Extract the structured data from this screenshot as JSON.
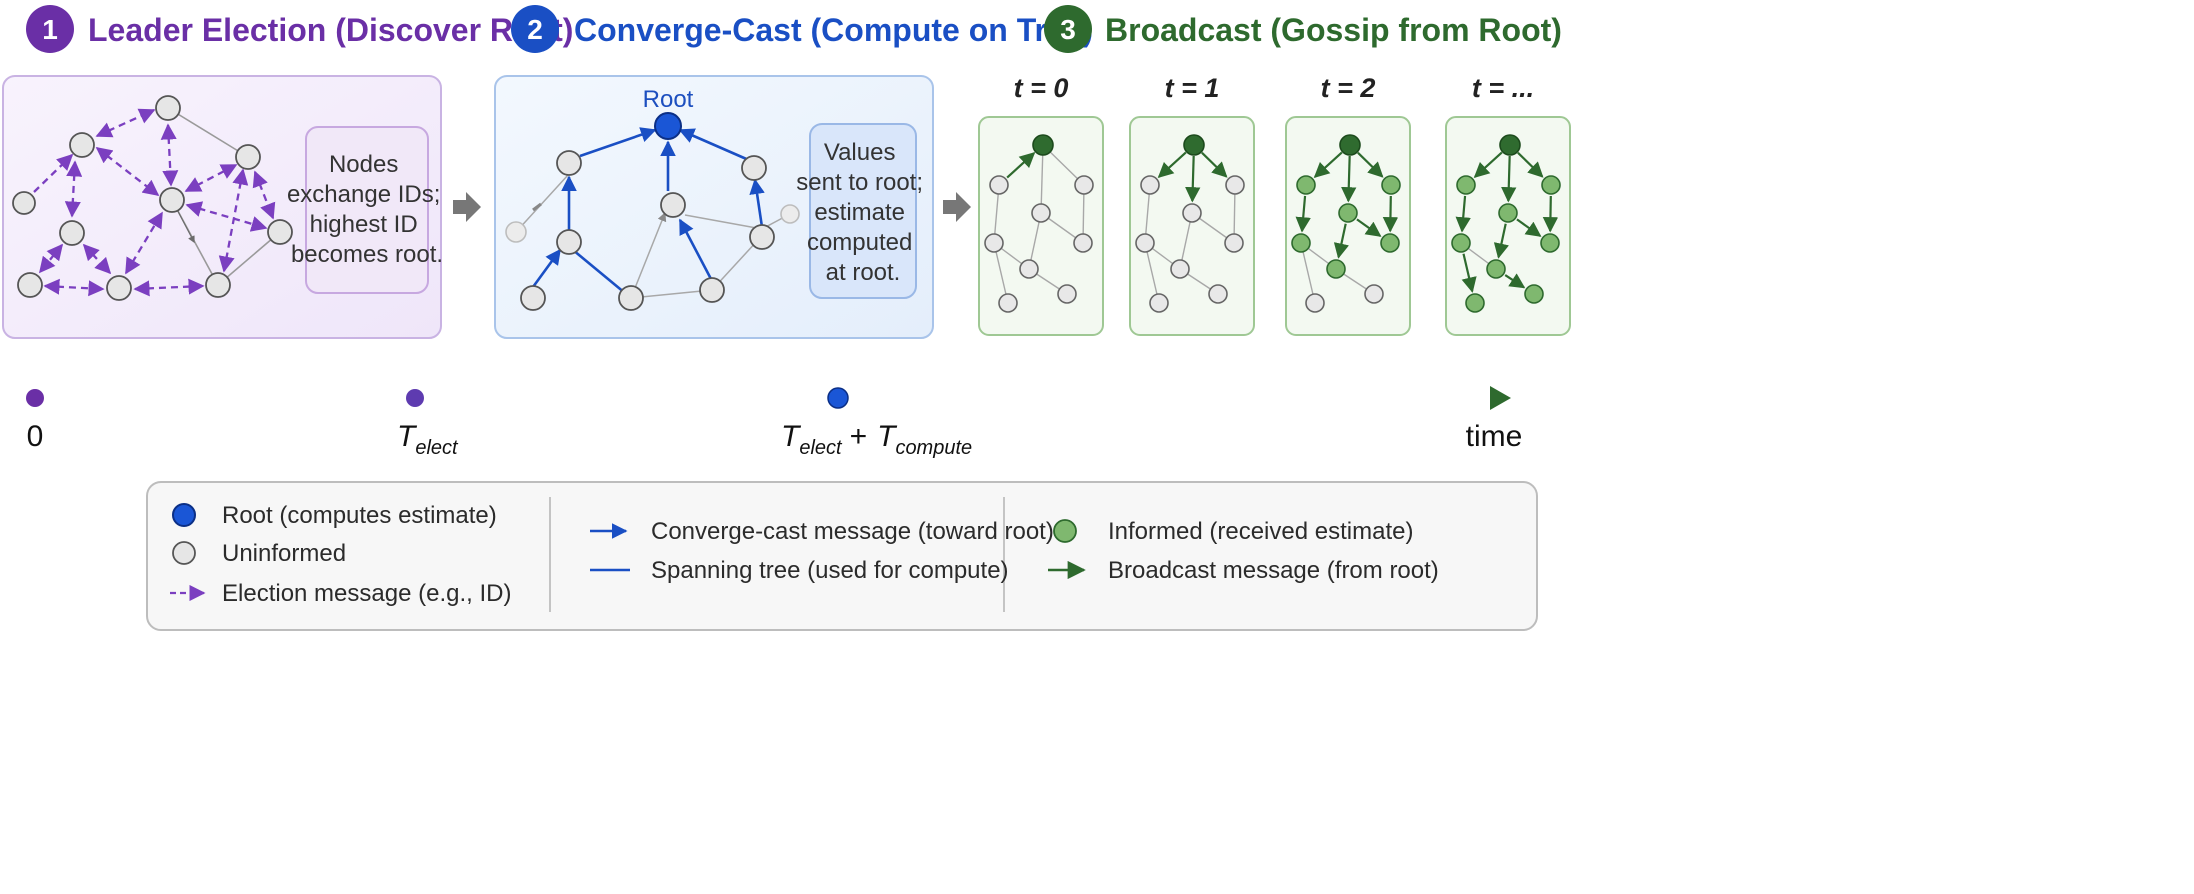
{
  "colors": {
    "purple": "#6a2fa6",
    "blue": "#1a4fc4",
    "green": "#2e6a2e",
    "green_fill": "#7fb86f",
    "gray_node": "#e6e6e6",
    "root_blue": "#1a56d6"
  },
  "panels": [
    {
      "number": "1",
      "title": "Leader Election (Discover Root)",
      "color": "#6a2fa6",
      "note": [
        "Nodes",
        "exchange IDs;",
        "highest ID",
        "becomes root."
      ]
    },
    {
      "number": "2",
      "title": "Converge-Cast (Compute on Tree)",
      "color": "#1a4fc4",
      "root_label": "Root",
      "note": [
        "Values",
        "sent to root;",
        "estimate",
        "computed",
        "at root."
      ]
    },
    {
      "number": "3",
      "title": "Broadcast (Gossip from Root)",
      "color": "#2e6a2e",
      "steps": [
        "t = 0",
        "t = 1",
        "t = 2",
        "t = ..."
      ]
    }
  ],
  "timeline": {
    "start": "0",
    "t_elect": "T",
    "t_elect_sub": "elect",
    "plus": "+",
    "t_compute": "T",
    "t_compute_sub": "compute",
    "end": "time"
  },
  "legend": {
    "root": "Root (computes estimate)",
    "uninformed": "Uninformed",
    "election": "Election message (e.g., ID)",
    "convergecast": "Converge-cast message (toward root)",
    "spanning_tree": "Spanning tree (used for compute)",
    "informed": "Informed (received estimate)",
    "broadcast": "Broadcast message (from root)"
  }
}
